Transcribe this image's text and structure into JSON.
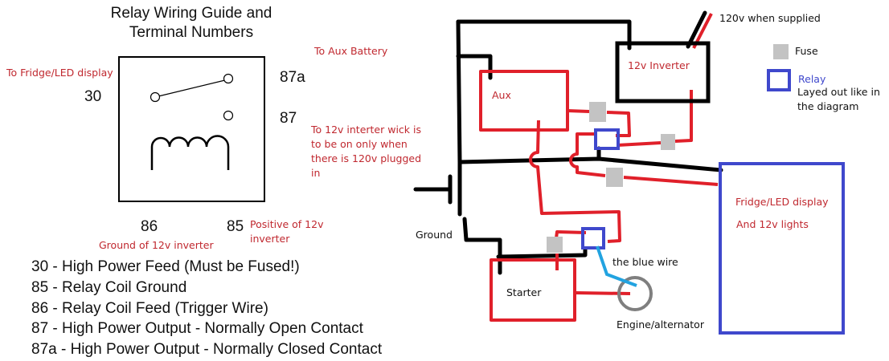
{
  "guide": {
    "title_line1": "Relay Wiring Guide and",
    "title_line2": "Terminal Numbers",
    "terminals": {
      "t30": "30",
      "t87a": "87a",
      "t87": "87",
      "t86": "86",
      "t85": "85"
    },
    "notes": {
      "fridge": "To Fridge/LED display",
      "aux_battery": "To Aux Battery",
      "interter_l1": "To 12v interter wick is",
      "interter_l2": "to be on only when",
      "interter_l3": "there is 120v plugged",
      "interter_l4": "in",
      "ground_inverter": "Ground of 12v inverter",
      "positive_l1": "Positive of 12v",
      "positive_l2": "inverter"
    },
    "legend": [
      "30 - High Power Feed (Must be Fused!)",
      "85 - Relay Coil Ground",
      "86 - Relay Coil Feed (Trigger Wire)",
      "87 - High Power Output - Normally Open Contact",
      "87a - High Power Output - Normally Closed Contact"
    ]
  },
  "wiring": {
    "labels": {
      "supply": "120v when supplied",
      "fuse": "Fuse",
      "relay": "Relay",
      "relay_desc1": "Layed out like in",
      "relay_desc2": "the diagram",
      "aux": "Aux",
      "inverter": "12v Inverter",
      "fridge1": "Fridge/LED display",
      "fridge2": "And 12v lights",
      "ground": "Ground",
      "blue_wire": "the blue wire",
      "starter": "Starter",
      "engine": "Engine/alternator"
    },
    "colors": {
      "red_wire": "#e0202a",
      "black_wire": "#000000",
      "relay_blue": "#3f48cc",
      "fuse_gray": "#c3c3c3",
      "blue_wire": "#22a3e0",
      "engine_gray": "#7f7f7f",
      "note_red": "#c0282f"
    }
  }
}
